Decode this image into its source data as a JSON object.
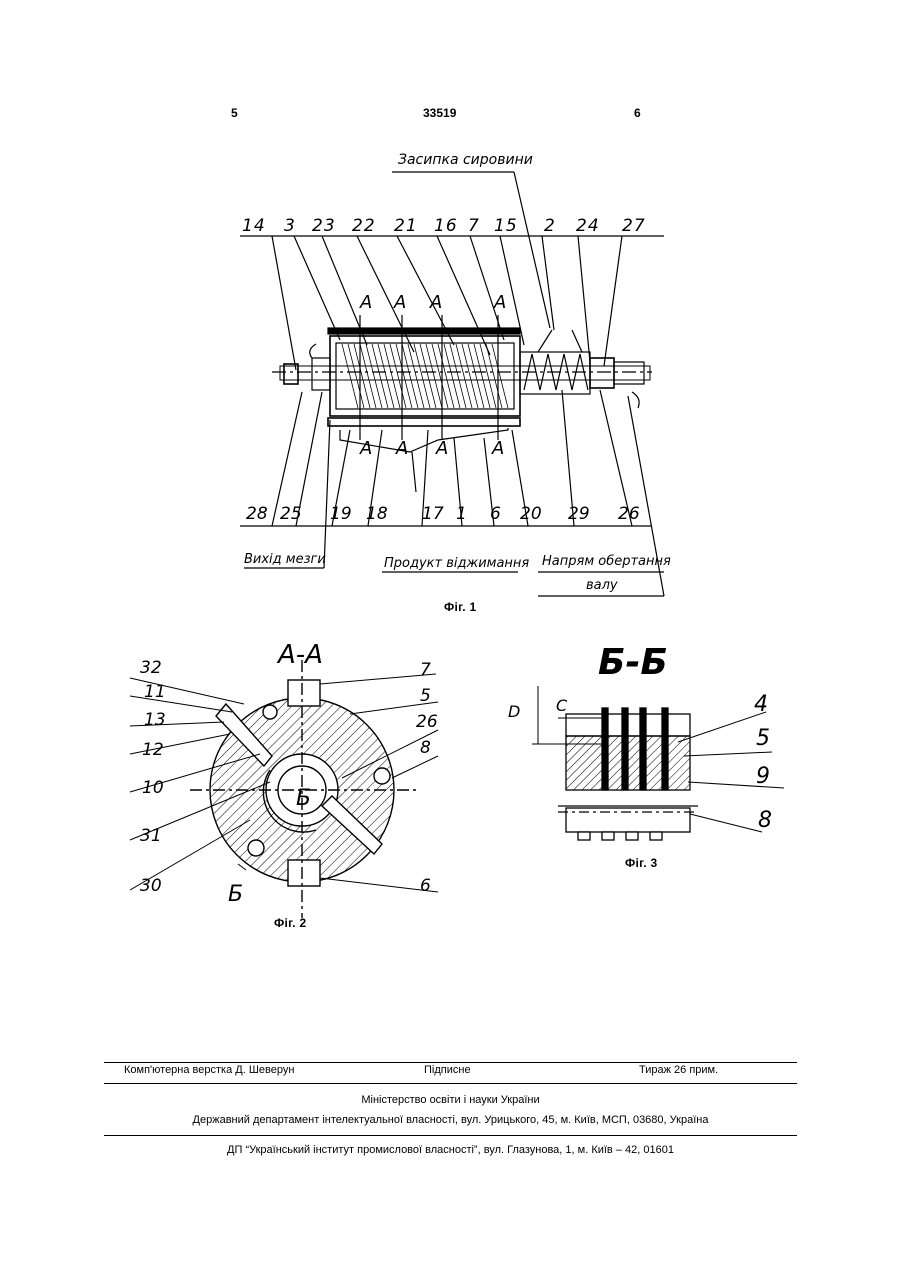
{
  "header": {
    "left_page": "5",
    "patent_number": "33519",
    "right_page": "6"
  },
  "figure1": {
    "caption": "Фіг. 1",
    "label_feed": "Засипка сировини",
    "label_exit": "Вихід мезги",
    "label_product": "Продукт віджимання",
    "label_rotation_line1": "Напрям обертання",
    "label_rotation_line2": "валу",
    "top_numbers": [
      "14",
      "3",
      "23",
      "22",
      "21",
      "16",
      "7",
      "15",
      "2",
      "24",
      "27"
    ],
    "bottom_numbers": [
      "28",
      "25",
      "19",
      "18",
      "17",
      "1",
      "6",
      "20",
      "29",
      "26"
    ],
    "section_marks": [
      "A",
      "A",
      "A",
      "A",
      "A",
      "A",
      "A",
      "A"
    ]
  },
  "figure2": {
    "caption": "Фіг. 2",
    "title": "А-А",
    "left_numbers": [
      "32",
      "11",
      "13",
      "12",
      "10",
      "31",
      "30"
    ],
    "right_numbers": [
      "7",
      "5",
      "26",
      "8",
      "6"
    ],
    "inner_label": "Б",
    "section_mark": "Б"
  },
  "figure3": {
    "caption": "Фіг. 3",
    "title": "Б-Б",
    "dim_d": "D",
    "dim_c": "C",
    "right_numbers": [
      "4",
      "5",
      "9",
      "8"
    ]
  },
  "footer": {
    "layout": "Комп'ютерна верстка Д. Шеверун",
    "signed": "Підписне",
    "circulation": "Тираж 26 прим.",
    "ministry": "Міністерство освіти і науки України",
    "department": "Державний департамент інтелектуальної власності, вул. Урицького, 45, м. Київ, МСП, 03680, Україна",
    "institute": "ДП “Український інститут промислової власності”, вул. Глазунова, 1, м. Київ – 42, 01601"
  }
}
